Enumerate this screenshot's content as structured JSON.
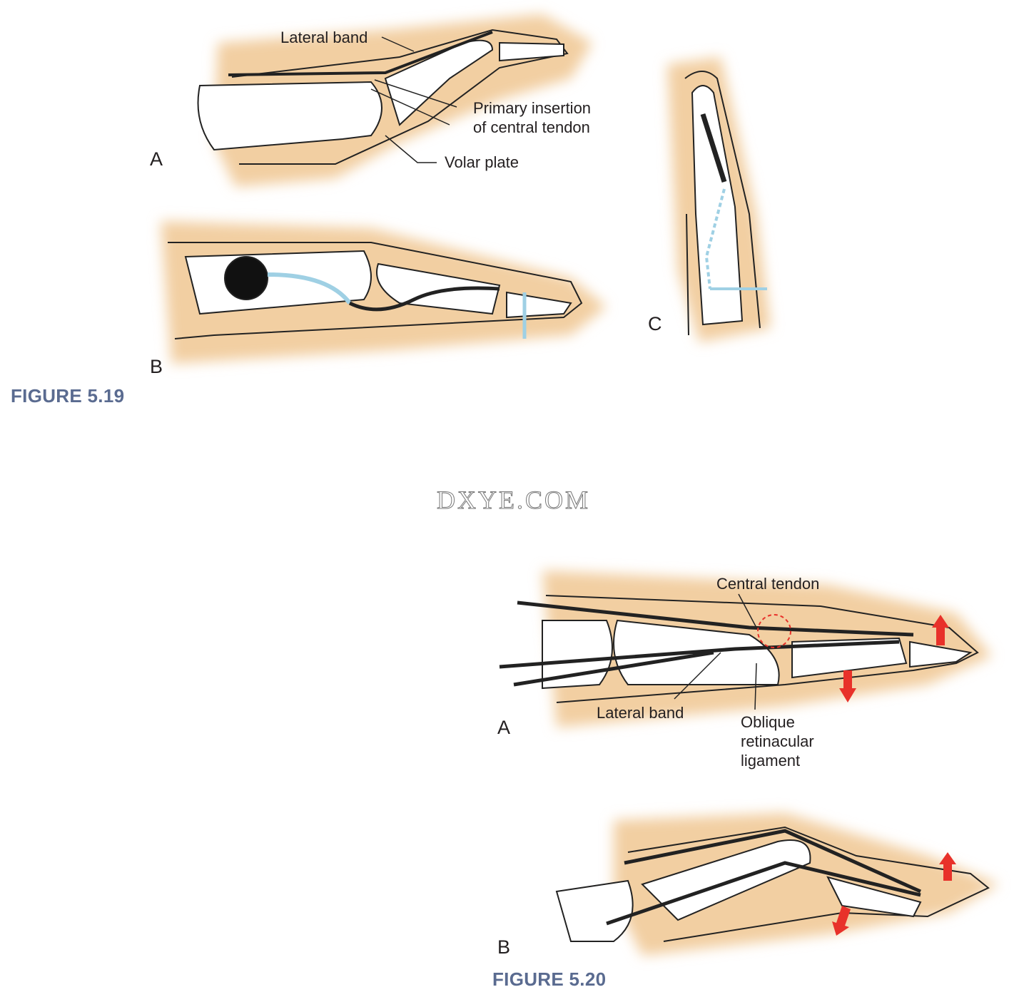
{
  "figure_5_19": {
    "caption": "FIGURE 5.19",
    "panel_a": {
      "label": "A",
      "callouts": {
        "lateral_band": "Lateral band",
        "primary_insertion_1": "Primary insertion",
        "primary_insertion_2": "of central tendon",
        "volar_plate": "Volar plate"
      }
    },
    "panel_b": {
      "label": "B"
    },
    "panel_c": {
      "label": "C"
    }
  },
  "watermark": "DXYE.COM",
  "figure_5_20": {
    "caption": "FIGURE 5.20",
    "panel_a": {
      "label": "A",
      "callouts": {
        "central_tendon": "Central tendon",
        "lateral_band": "Lateral band",
        "oblique_1": "Oblique",
        "oblique_2": "retinacular",
        "oblique_3": "ligament"
      }
    },
    "panel_b": {
      "label": "B"
    }
  },
  "colors": {
    "skin": "#f2cfa2",
    "caption": "#5a6b90",
    "arrow": "#e8312a",
    "tendon_blue": "#9fd0e4"
  }
}
